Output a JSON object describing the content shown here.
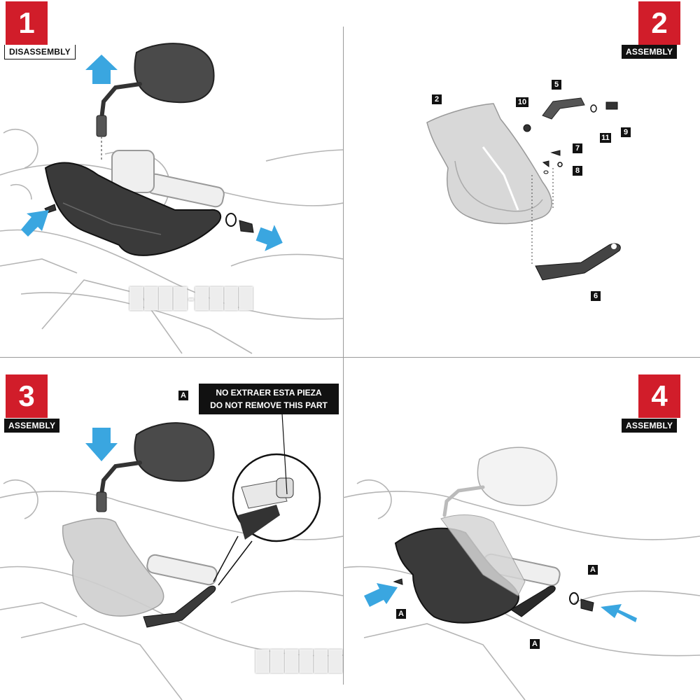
{
  "steps": [
    {
      "number": "1",
      "label": "DISASSEMBLY"
    },
    {
      "number": "2",
      "label": "ASSEMBLY"
    },
    {
      "number": "3",
      "label": "ASSEMBLY"
    },
    {
      "number": "4",
      "label": "ASSEMBLY"
    }
  ],
  "callout": {
    "line1": "NO EXTRAER ESTA PIEZA",
    "line2": "DO NOT REMOVE THIS PART"
  },
  "parts": {
    "p2": "2",
    "p5": "5",
    "p6": "6",
    "p7": "7",
    "p8": "8",
    "p9": "9",
    "p10": "10",
    "p11": "11"
  },
  "markers": {
    "a": "A"
  },
  "colors": {
    "step_red": "#d11d2a",
    "arrow_blue": "#3aa6e0",
    "part_dark": "#2a2a2a",
    "guard_transparent": "#c9c9c9"
  }
}
